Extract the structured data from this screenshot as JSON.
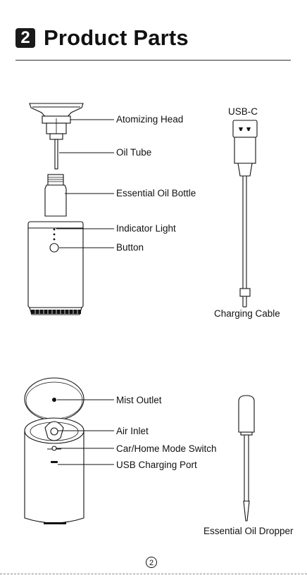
{
  "header": {
    "section_number": "2",
    "title": "Product Parts"
  },
  "parts_top": {
    "atomizing_head": "Atomizing Head",
    "oil_tube": "Oil Tube",
    "essential_oil_bottle": "Essential Oil Bottle",
    "indicator_light": "Indicator Light",
    "button": "Button"
  },
  "cable": {
    "connector": "USB-C",
    "label": "Charging Cable"
  },
  "parts_bottom": {
    "mist_outlet": "Mist Outlet",
    "air_inlet": "Air Inlet",
    "mode_switch": "Car/Home Mode Switch",
    "usb_port": "USB Charging Port"
  },
  "dropper": {
    "label": "Essential Oil Dropper"
  },
  "footer": {
    "page_number": "2"
  }
}
